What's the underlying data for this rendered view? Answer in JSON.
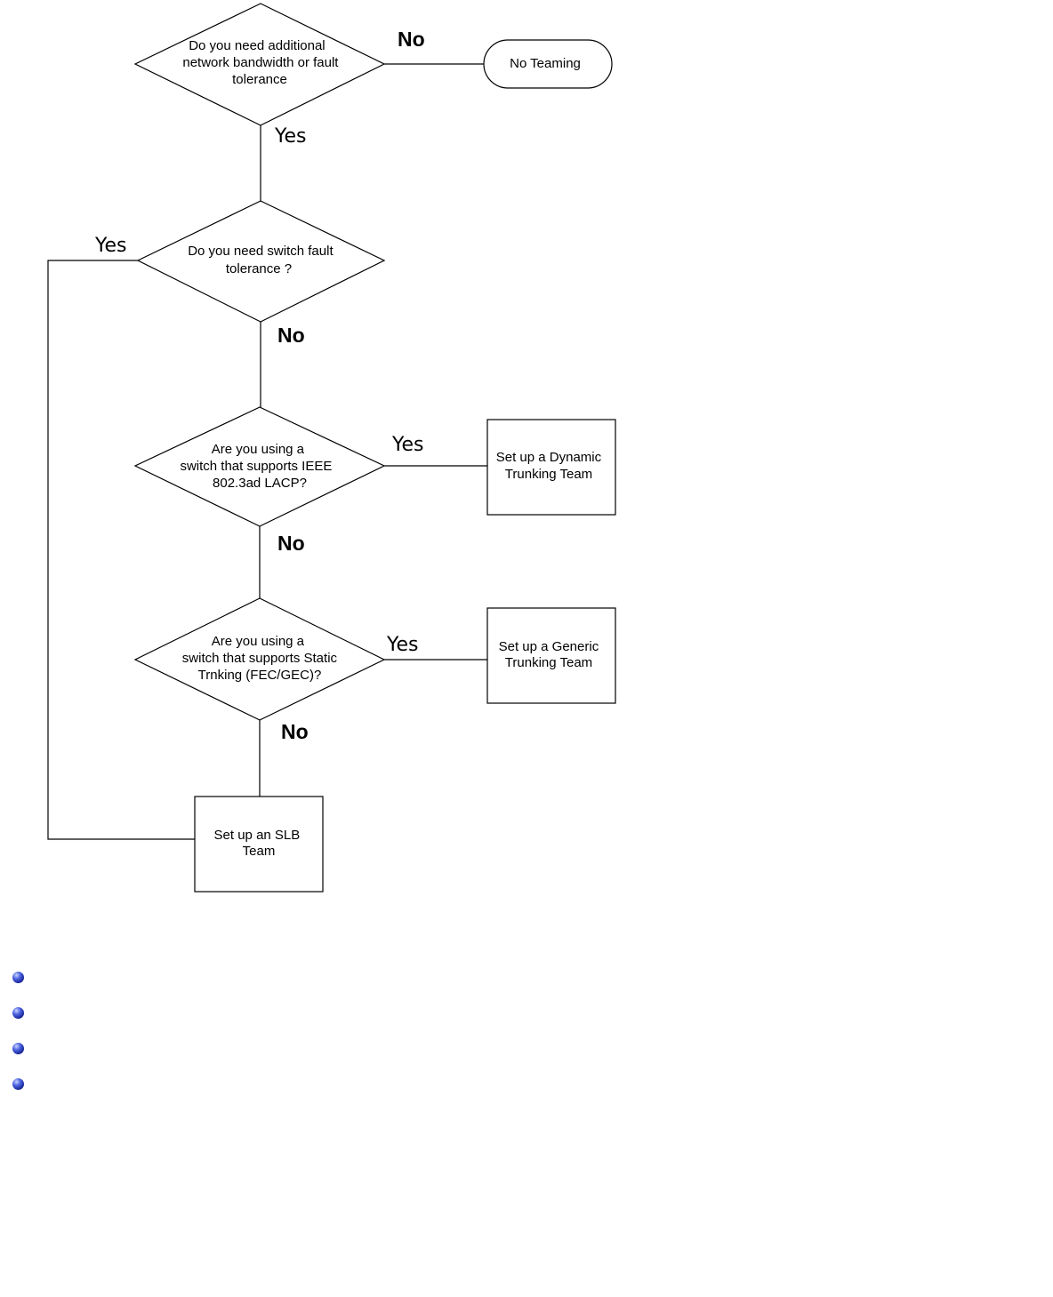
{
  "flowchart": {
    "decisions": [
      {
        "id": "d1",
        "lines": [
          "Do you need additional",
          "network  bandwidth or fault",
          "tolerance"
        ]
      },
      {
        "id": "d2",
        "lines": [
          "Do you need switch fault",
          "tolerance ?"
        ]
      },
      {
        "id": "d3",
        "lines": [
          "Are you using a",
          "switch that supports IEEE",
          "802.3ad LACP?"
        ]
      },
      {
        "id": "d4",
        "lines": [
          "Are you using a",
          "switch that supports Static",
          "Trnking (FEC/GEC)?"
        ]
      }
    ],
    "terminal": {
      "id": "t1",
      "label": "No Teaming"
    },
    "processes": [
      {
        "id": "p1",
        "lines": [
          "Set up a Dynamic",
          "Trunking Team"
        ]
      },
      {
        "id": "p2",
        "lines": [
          "Set up a Generic",
          "Trunking Team"
        ]
      },
      {
        "id": "p3",
        "lines": [
          "Set up an SLB",
          "Team"
        ]
      }
    ],
    "edge_labels": [
      {
        "id": "e1",
        "text": "No",
        "style": "no"
      },
      {
        "id": "e2",
        "text": "Yes",
        "style": "yes"
      },
      {
        "id": "e3",
        "text": "Yes",
        "style": "yes"
      },
      {
        "id": "e4",
        "text": "No",
        "style": "no"
      },
      {
        "id": "e5",
        "text": "Yes",
        "style": "yes"
      },
      {
        "id": "e6",
        "text": "No",
        "style": "no"
      },
      {
        "id": "e7",
        "text": "Yes",
        "style": "yes"
      },
      {
        "id": "e8",
        "text": "No",
        "style": "no"
      }
    ]
  },
  "bullet_list": {
    "items": [
      "",
      "",
      "",
      ""
    ],
    "bullet_color": "#1a2a9c"
  }
}
